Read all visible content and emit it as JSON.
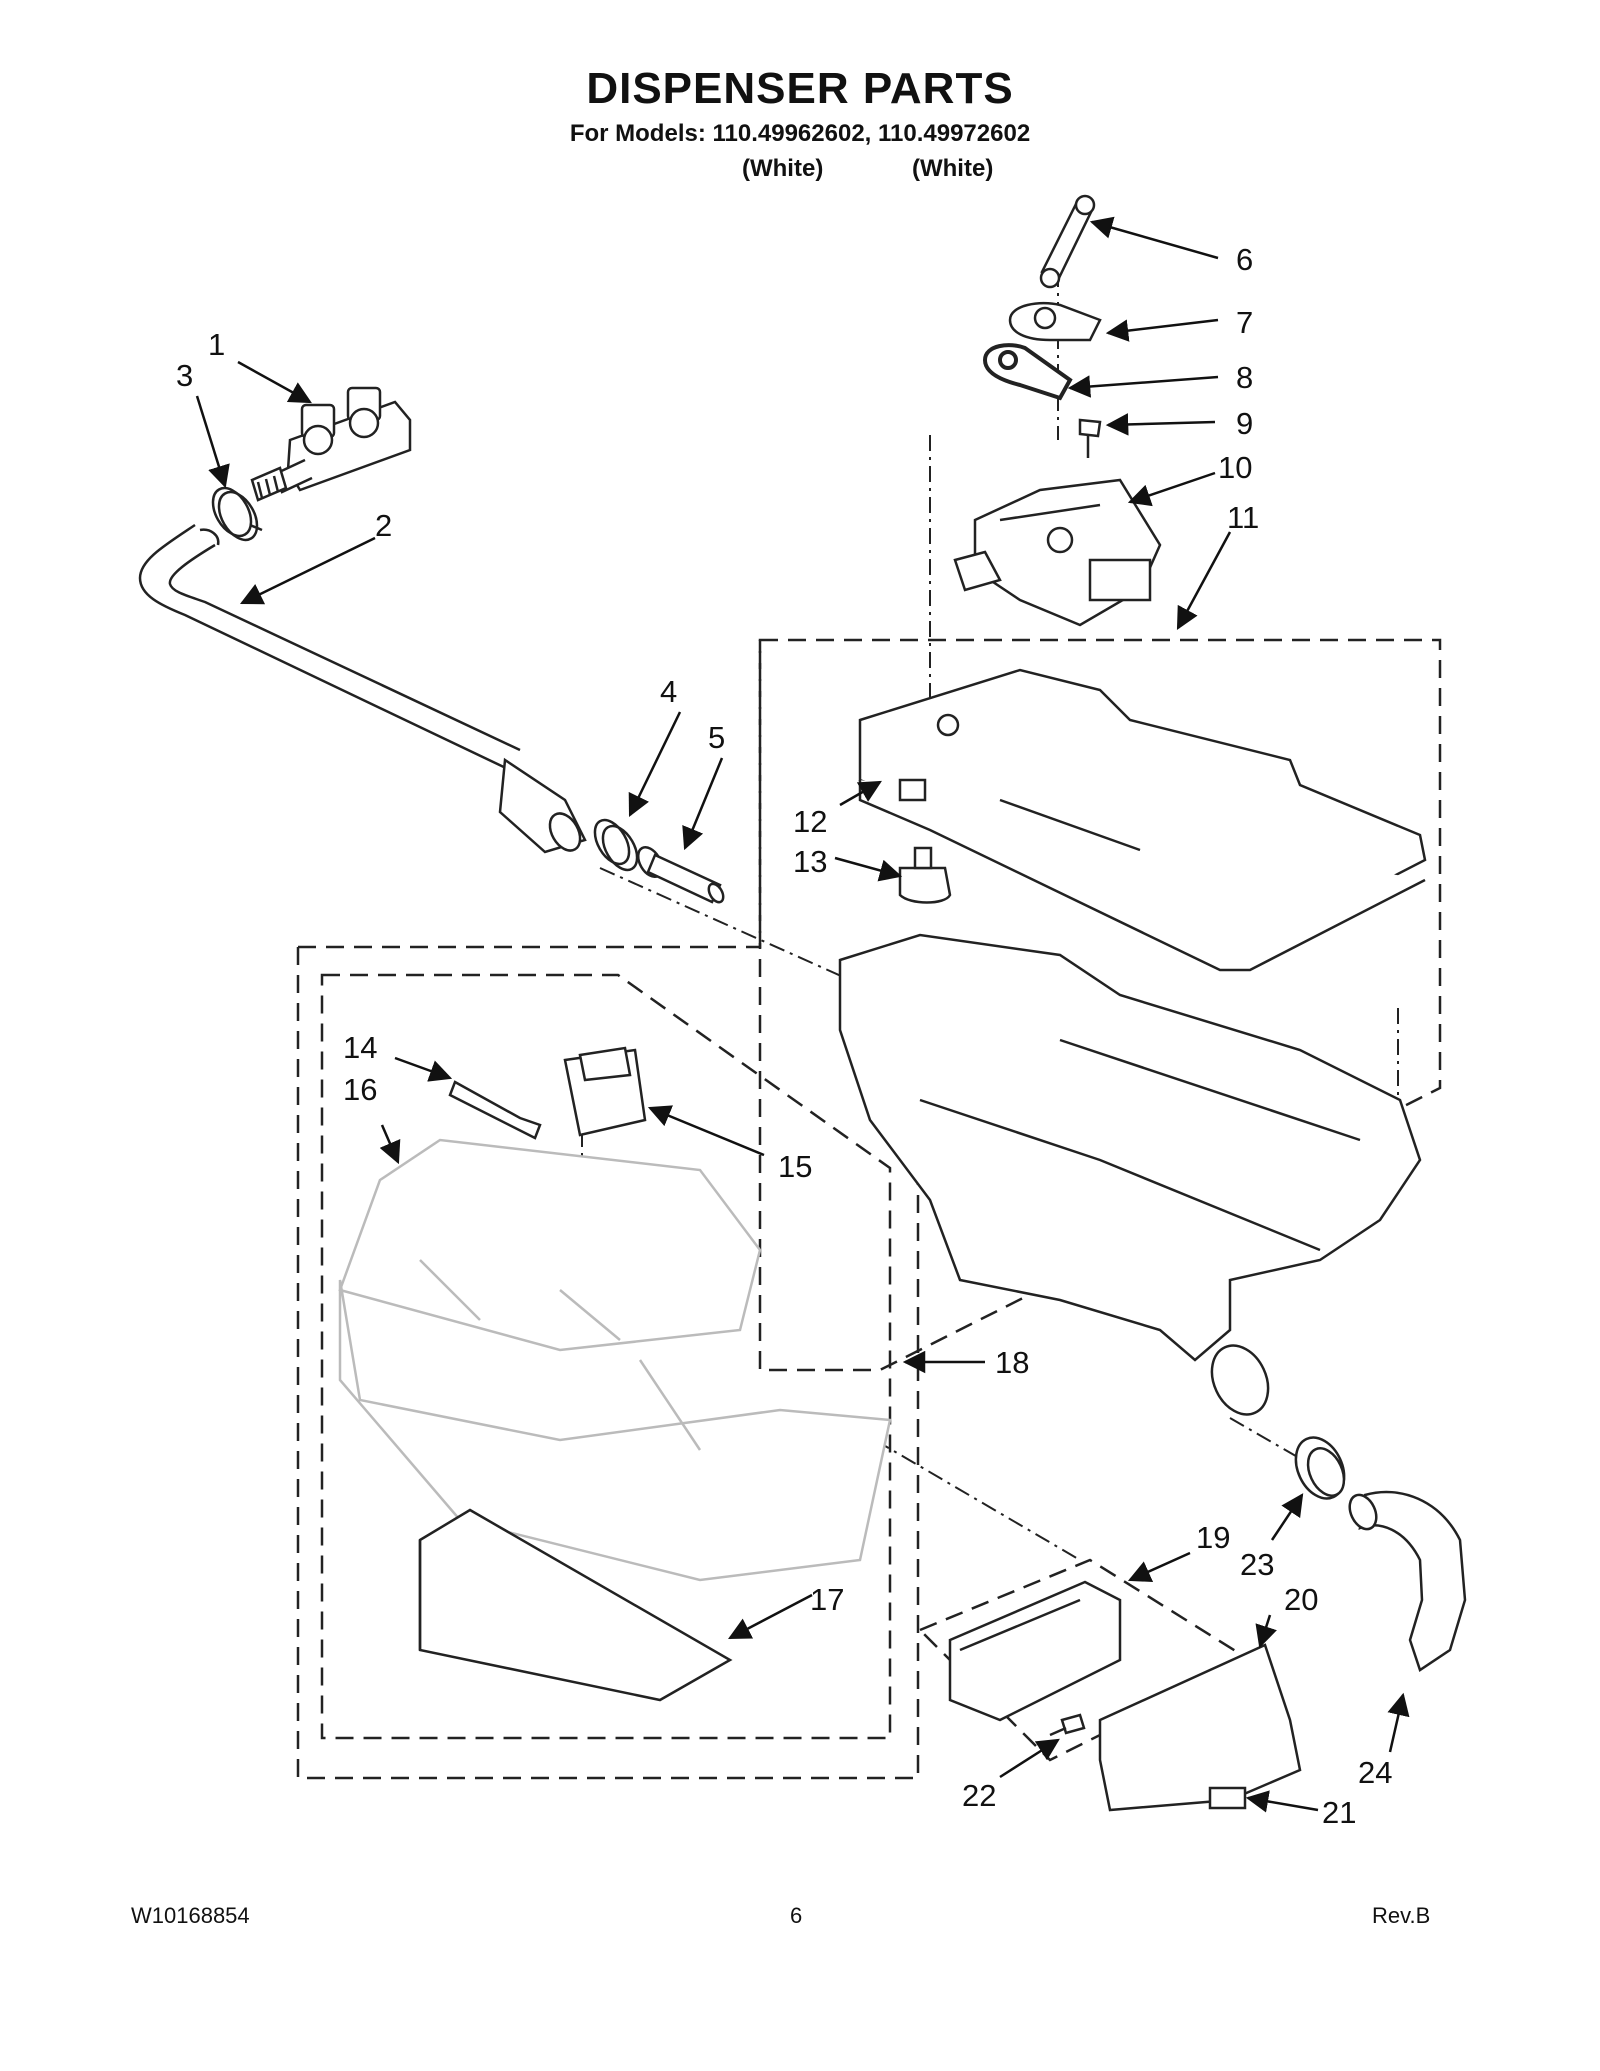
{
  "header": {
    "title": "DISPENSER PARTS",
    "models_line": "For Models: 110.49962602, 110.49972602",
    "color_1": "(White)",
    "color_2": "(White)"
  },
  "callouts": [
    "1",
    "2",
    "3",
    "4",
    "5",
    "6",
    "7",
    "8",
    "9",
    "10",
    "11",
    "12",
    "13",
    "14",
    "15",
    "16",
    "17",
    "18",
    "19",
    "20",
    "21",
    "22",
    "23",
    "24"
  ],
  "footer": {
    "doc_number": "W10168854",
    "page_number": "6",
    "revision": "Rev.B"
  }
}
